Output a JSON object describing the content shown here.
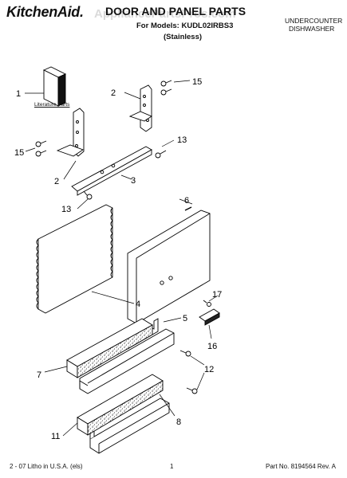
{
  "header": {
    "brand": "KitchenAid.",
    "title": "DOOR AND PANEL PARTS",
    "models_line": "For Models: KUDL02IRBS3",
    "finish_line": "(Stainless)",
    "product_line1": "UNDERCOUNTER",
    "product_line2": "DISHWASHER",
    "watermark": "AppliancePartsPros.com"
  },
  "labels": {
    "literature_parts": "Literature Parts"
  },
  "callouts": {
    "c1": "1",
    "c2a": "2",
    "c2b": "2",
    "c3": "3",
    "c4": "4",
    "c5": "5",
    "c6": "6",
    "c7": "7",
    "c8": "8",
    "c11": "11",
    "c12": "12",
    "c13a": "13",
    "c13b": "13",
    "c15a": "15",
    "c15b": "15",
    "c16": "16",
    "c17": "17"
  },
  "footer": {
    "left": "2 - 07 Litho in U.S.A. (els)",
    "page": "1",
    "right": "Part No. 8194564 Rev. A"
  }
}
